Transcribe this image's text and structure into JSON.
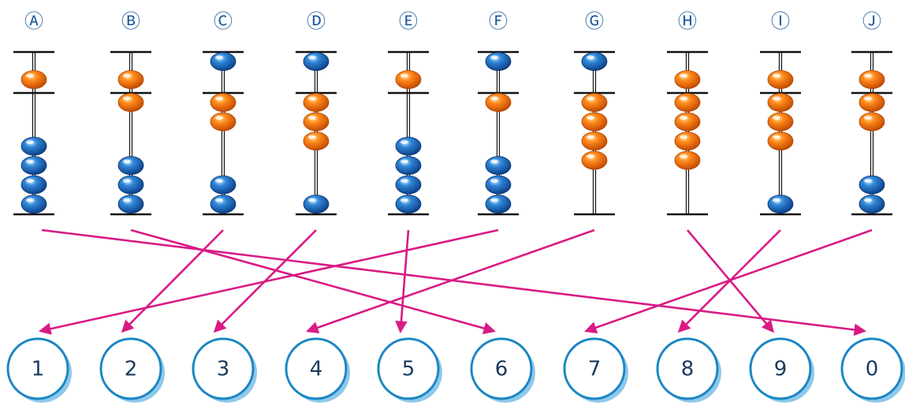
{
  "colors": {
    "heaven_bead": "#1f6fc4",
    "earth_bead_orange": "#f07010",
    "arrow": "#d91a85",
    "circle_stroke": "#1a86c4",
    "circle_shadow": "#8ec8ea",
    "number_text": "#1a3b5c",
    "rod": "#111111"
  },
  "abaci": [
    {
      "label": "Ⓐ",
      "value": 5
    },
    {
      "label": "Ⓑ",
      "value": 6
    },
    {
      "label": "Ⓒ",
      "value": 2
    },
    {
      "label": "Ⓓ",
      "value": 3
    },
    {
      "label": "Ⓔ",
      "value": 5
    },
    {
      "label": "Ⓕ",
      "value": 1
    },
    {
      "label": "Ⓖ",
      "value": 4
    },
    {
      "label": "Ⓗ",
      "value": 9
    },
    {
      "label": "Ⓘ",
      "value": 8
    },
    {
      "label": "Ⓙ",
      "value": 7
    }
  ],
  "answer_circles": [
    {
      "label": "1"
    },
    {
      "label": "2"
    },
    {
      "label": "3"
    },
    {
      "label": "4"
    },
    {
      "label": "5"
    },
    {
      "label": "6"
    },
    {
      "label": "7"
    },
    {
      "label": "8"
    },
    {
      "label": "9"
    },
    {
      "label": "0"
    }
  ],
  "connections": [
    {
      "from": 0,
      "to": 9
    },
    {
      "from": 1,
      "to": 5
    },
    {
      "from": 2,
      "to": 1
    },
    {
      "from": 3,
      "to": 2
    },
    {
      "from": 4,
      "to": 4
    },
    {
      "from": 5,
      "to": 0
    },
    {
      "from": 6,
      "to": 3
    },
    {
      "from": 7,
      "to": 8
    },
    {
      "from": 8,
      "to": 7
    },
    {
      "from": 9,
      "to": 6
    }
  ]
}
